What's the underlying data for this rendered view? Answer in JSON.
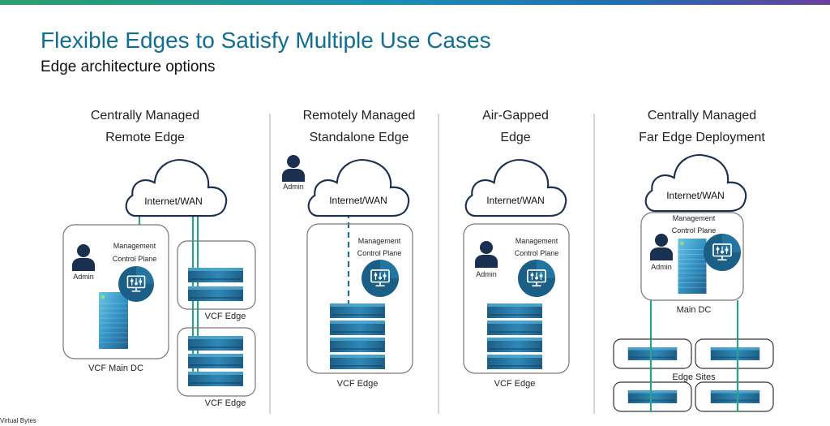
{
  "title": "Flexible Edges to Satisfy Multiple Use Cases",
  "subtitle": "Edge architecture options",
  "footer": "Virtual Bytes",
  "columns": [
    {
      "heading_line1": "Centrally Managed",
      "heading_line2": "Remote Edge",
      "cloud_label": "Internet/WAN",
      "admin_label": "Admin",
      "mgmt_line1": "Management",
      "mgmt_line2": "Control Plane",
      "main_label": "VCF Main DC",
      "edge_label_1": "VCF Edge",
      "edge_label_2": "VCF Edge"
    },
    {
      "heading_line1": "Remotely Managed",
      "heading_line2": "Standalone Edge",
      "cloud_label": "Internet/WAN",
      "admin_label": "Admin",
      "mgmt_line1": "Management",
      "mgmt_line2": "Control Plane",
      "box_label": "VCF Edge"
    },
    {
      "heading_line1": "Air-Gapped",
      "heading_line2": "Edge",
      "cloud_label": "Internet/WAN",
      "admin_label": "Admin",
      "mgmt_line1": "Management",
      "mgmt_line2": "Control Plane",
      "box_label": "VCF Edge"
    },
    {
      "heading_line1": "Centrally Managed",
      "heading_line2": "Far Edge Deployment",
      "cloud_label": "Internet/WAN",
      "admin_label": "Admin",
      "mgmt_line1": "Management",
      "mgmt_line2": "Control Plane",
      "main_label": "Main DC",
      "sites_label": "Edge Sites"
    }
  ],
  "colors": {
    "teal": "#0f6f93",
    "dark": "#1b3050",
    "server_top": "#1d5f86",
    "server_mid": "#2f88b8",
    "server_light": "#59b6d8",
    "divider": "#c8c8c8",
    "box_border": "#777777"
  }
}
